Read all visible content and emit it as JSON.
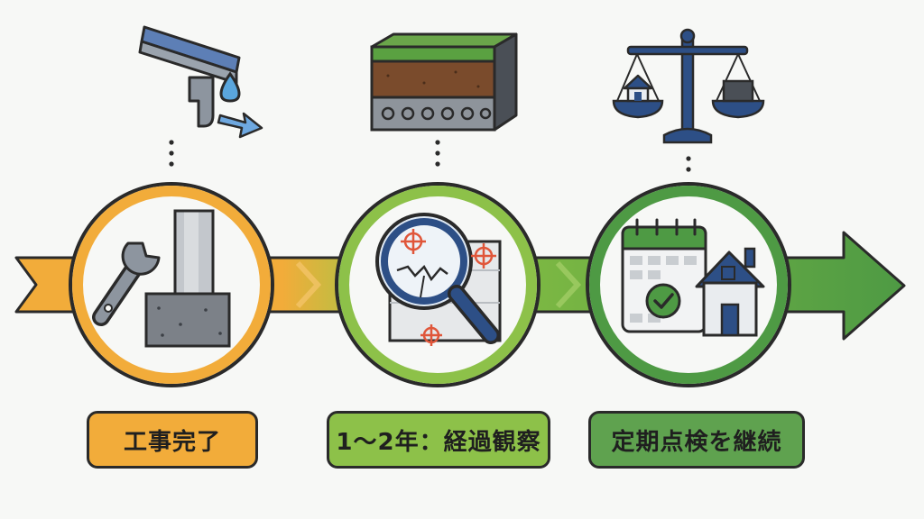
{
  "steps": [
    {
      "label": "工事完了"
    },
    {
      "label": "1〜2年：経過観察"
    },
    {
      "label": "定期点検を継続"
    }
  ],
  "colors": {
    "orange": "#f2ac3a",
    "light_green": "#8dc149",
    "green": "#4e9a44",
    "dark_green": "#3c7f3a",
    "navy": "#2d4f86",
    "outline": "#2a2a2a"
  },
  "icons": {
    "top": [
      "gutter-drain-icon",
      "soil-layers-icon",
      "balance-scale-icon"
    ],
    "circle": [
      "wrench-foundation-icon",
      "magnifier-crack-icon",
      "calendar-house-icon"
    ]
  }
}
